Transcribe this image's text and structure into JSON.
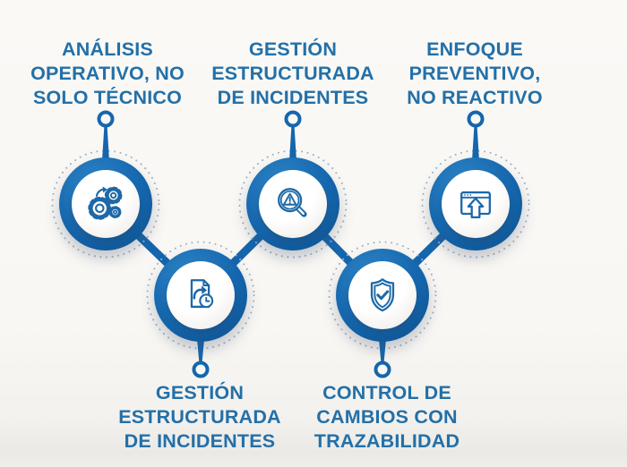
{
  "infographic": {
    "background_color": "#f9f7f3",
    "accent_color": "#1566ad",
    "accent_dark_color": "#0c4c86",
    "text_color": "#2370a8",
    "dotted_ring_color": "#9db4cf",
    "nodes": [
      {
        "id": "analisis-operativo",
        "row": "top",
        "icon": "gears-icon",
        "label_lines": [
          "ANÁLISIS",
          "OPERATIVO, NO",
          "SOLO TÉCNICO"
        ]
      },
      {
        "id": "gestion-incidentes-top",
        "row": "top",
        "icon": "magnifier-warning-icon",
        "label_lines": [
          "GESTIÓN",
          "ESTRUCTURADA",
          "DE INCIDENTES"
        ]
      },
      {
        "id": "enfoque-preventivo",
        "row": "top",
        "icon": "browser-upload-icon",
        "label_lines": [
          "ENFOQUE",
          "PREVENTIVO,",
          "NO REACTIVO"
        ]
      },
      {
        "id": "gestion-incidentes-bottom",
        "row": "bottom",
        "icon": "document-share-clock-icon",
        "label_lines": [
          "GESTIÓN",
          "ESTRUCTURADA",
          "DE INCIDENTES"
        ]
      },
      {
        "id": "control-cambios",
        "row": "bottom",
        "icon": "shield-check-icon",
        "label_lines": [
          "CONTROL DE",
          "CAMBIOS CON",
          "TRAZABILIDAD"
        ]
      }
    ]
  }
}
